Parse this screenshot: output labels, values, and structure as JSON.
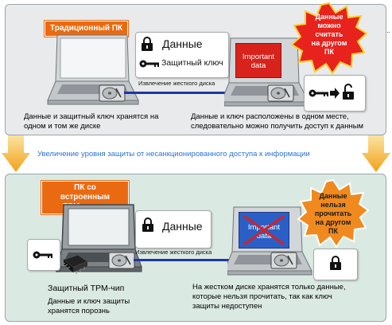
{
  "top": {
    "tag": "Традиционный ПК",
    "box_data_label": "Данные",
    "box_key_label": "Защитный ключ",
    "screen_line1": "Important",
    "screen_line2": "data",
    "arrow_label": "Извлечение жесткого диска",
    "burst_line1": "Данные",
    "burst_line2": "можно",
    "burst_line3": "считать",
    "burst_line4": "на другом",
    "burst_line5": "ПК",
    "caption_left_line1": "Данные и защитный ключ хранятся на",
    "caption_left_line2": "одном и том же диске",
    "caption_right_line1": "Данные и ключ расположены в одном месте,",
    "caption_right_line2": "следовательно можно получить доступ к данным"
  },
  "middle": {
    "label": "Увеличение уровня защиты от несанкционированного доступа к информации"
  },
  "bottom": {
    "tag_line1": "ПК со встроенным",
    "tag_line2": "TPM-чипом",
    "box_data_label": "Данные",
    "screen_line1": "Important",
    "screen_line2": "data",
    "arrow_label": "Извлечение жесткого диска",
    "burst_line1": "Данные",
    "burst_line2": "нельзя",
    "burst_line3": "прочитать",
    "burst_line4": "на другом",
    "burst_line5": "ПК",
    "chip_label": "Защитный TPM-чип",
    "caption_left_line1": "Данные и ключ защиты",
    "caption_left_line2": "хранятся порознь",
    "caption_right_line1": "На жестком диске хранятся только данные,",
    "caption_right_line2": "которые нельзя прочитать, так как ключ",
    "caption_right_line3": "защиты недоступен"
  },
  "colors": {
    "accent_orange": "#ea6a12",
    "arrow_blue": "#1c37a5",
    "screen_red": "#d8221c",
    "screen_blue": "#2b5fc8",
    "burst_red": "#e8221c",
    "burst_orange": "#f08a1e",
    "divider_text": "#2c73d0",
    "top_panel": "#e9eaeb",
    "bottom_panel": "#dbe9e3"
  },
  "icons": [
    "lock-icon",
    "key-icon",
    "hard-disk-icon",
    "laptop-icon",
    "burst-icon",
    "tpm-chip-icon",
    "down-arrow-icon"
  ]
}
